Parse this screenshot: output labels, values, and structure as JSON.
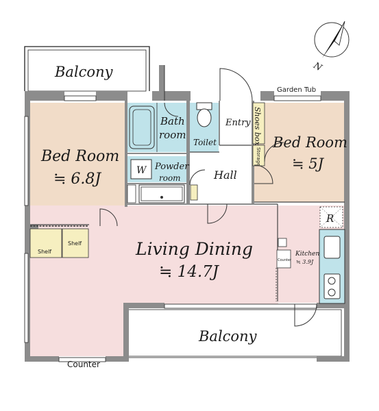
{
  "rooms": {
    "balcony_top": "Balcony",
    "bedroom_left": "Bed Room",
    "bedroom_left_size": "≒ 6.8J",
    "bath": "Bath",
    "bath_room": "room",
    "toilet": "Toilet",
    "entry": "Entry",
    "shoes_box": "Shoes box",
    "storage": "Storage",
    "garden_tub": "Garden Tub",
    "bedroom_right": "Bed Room",
    "bedroom_right_size": "≒ 5J",
    "washer": "W",
    "powder": "Powder",
    "powder_room": "room",
    "hall": "Hall",
    "shelf1": "Shelf",
    "shelf2": "Shelf",
    "living": "Living Dining",
    "living_size": "≒ 14.7J",
    "counter_small": "Counter",
    "kitchen": "Kitchen",
    "kitchen_size": "≒ 3.9J",
    "fridge": "R",
    "balcony_bottom": "Balcony",
    "counter_bottom": "Counter"
  },
  "compass": {
    "label": "N"
  },
  "colors": {
    "bedroom": "#f1dcc8",
    "living": "#f6dede",
    "wet": "#bfe3ea",
    "shelf": "#f6efc0",
    "wall": "#8c8c8c",
    "floor": "#ffffff"
  }
}
